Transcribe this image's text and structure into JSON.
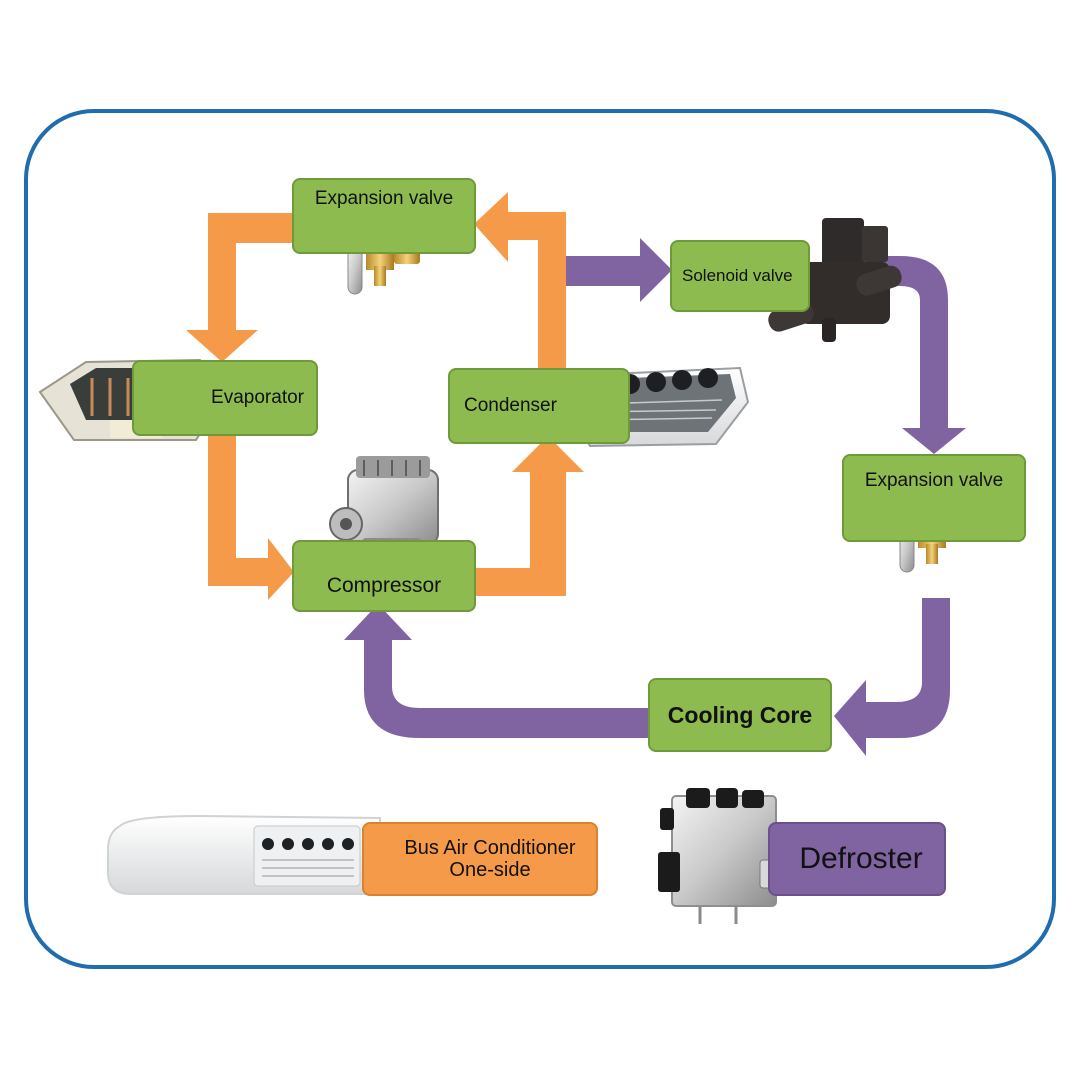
{
  "colors": {
    "frame": "#1f6cae",
    "node_fill": "#8dbb4f",
    "node_border": "#6e9a3a",
    "orange_flow": "#f59a48",
    "purple_flow": "#8064a2"
  },
  "nodes": {
    "expansion_valve_top": "Expansion valve",
    "solenoid_valve": "Solenoid valve",
    "evaporator": "Evaporator",
    "condenser": "Condenser",
    "compressor": "Compressor",
    "expansion_valve_right": "Expansion valve",
    "cooling_core": "Cooling Core"
  },
  "legend": {
    "bus_ac_line1": "Bus Air Conditioner",
    "bus_ac_line2": "One-side",
    "defroster": "Defroster"
  },
  "product_images": [
    "expansion-valve-photo",
    "solenoid-valve-photo",
    "evaporator-unit-photo",
    "condenser-unit-photo",
    "compressor-photo",
    "expansion-valve-photo",
    "bus-air-conditioner-photo",
    "defroster-photo"
  ]
}
